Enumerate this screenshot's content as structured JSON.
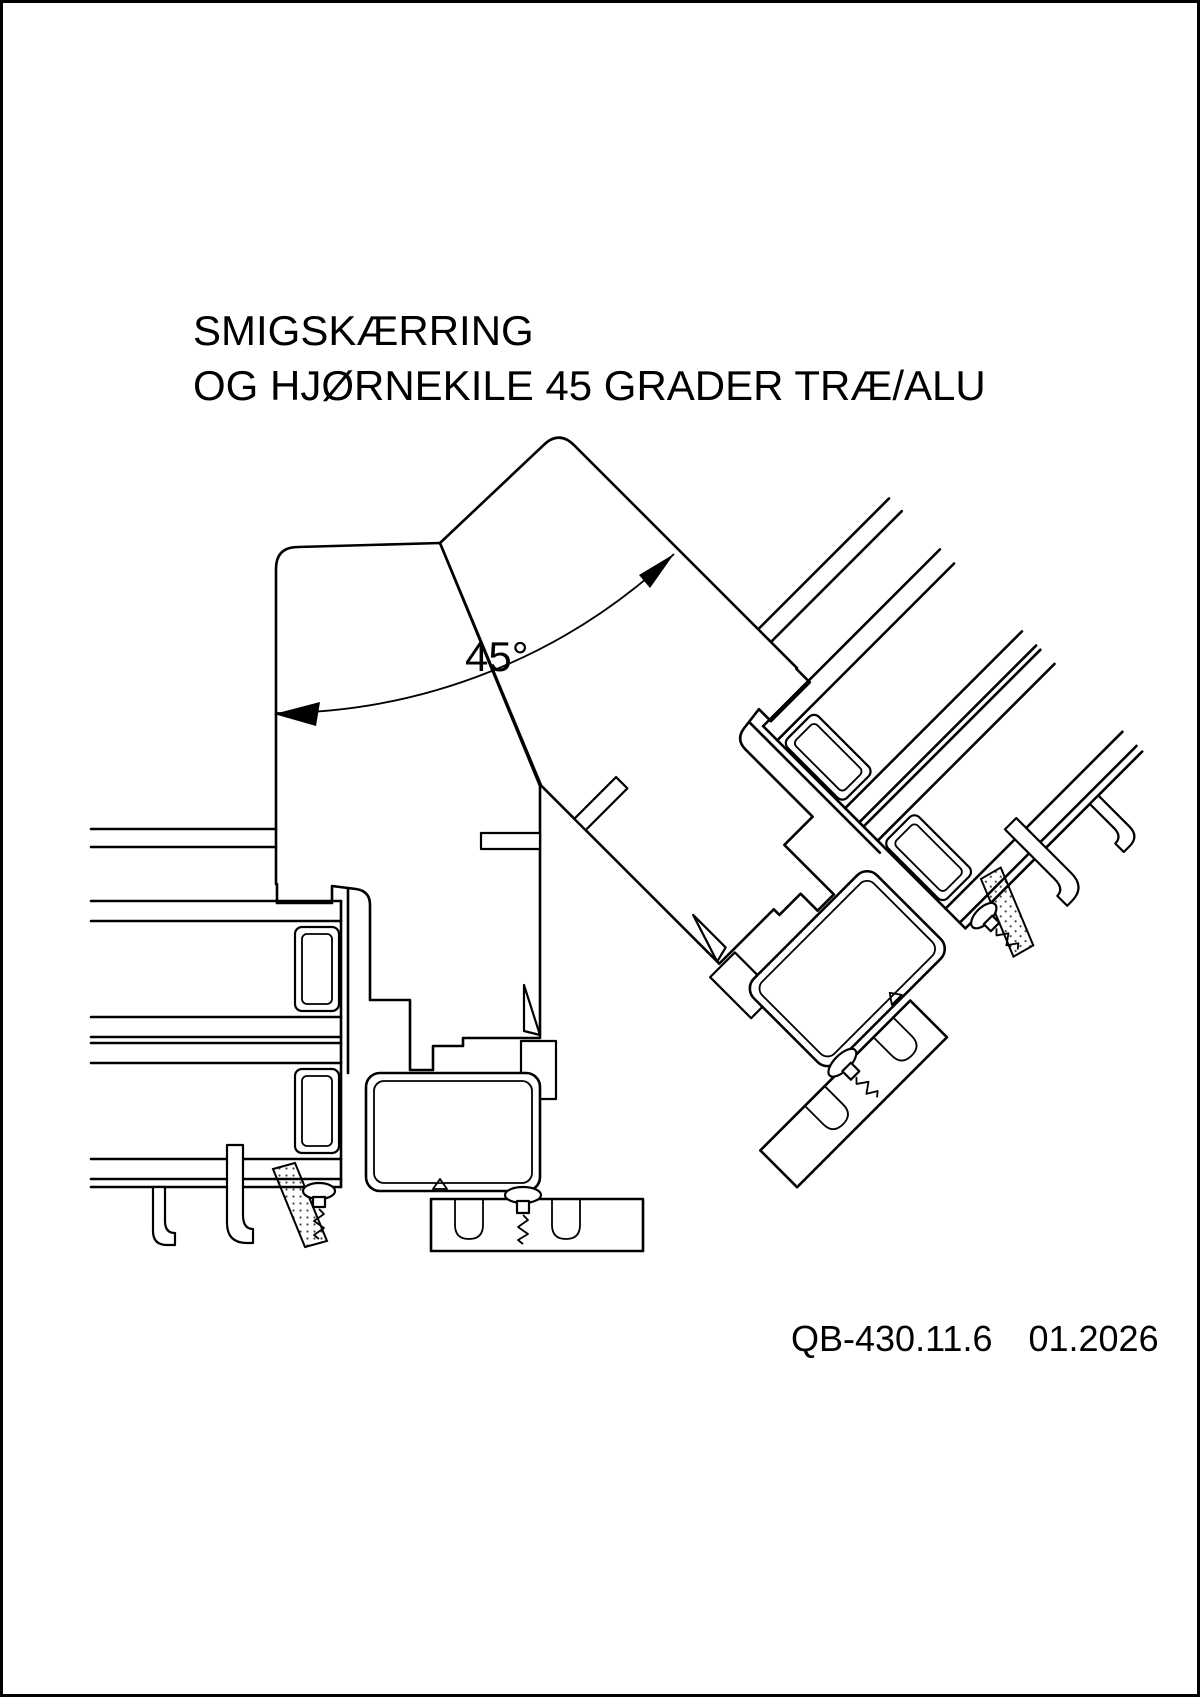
{
  "page": {
    "background": "#ffffff",
    "line_color": "#000000"
  },
  "title": {
    "line1": "SMIGSKÆRRING",
    "line2": "OG HJØRNEKILE 45 GRADER TRÆ/ALU"
  },
  "drawing": {
    "type": "technical-section",
    "angle_label": "45°"
  },
  "footer": {
    "doc_number": "QB-430.11.6",
    "date": "01.2026"
  }
}
